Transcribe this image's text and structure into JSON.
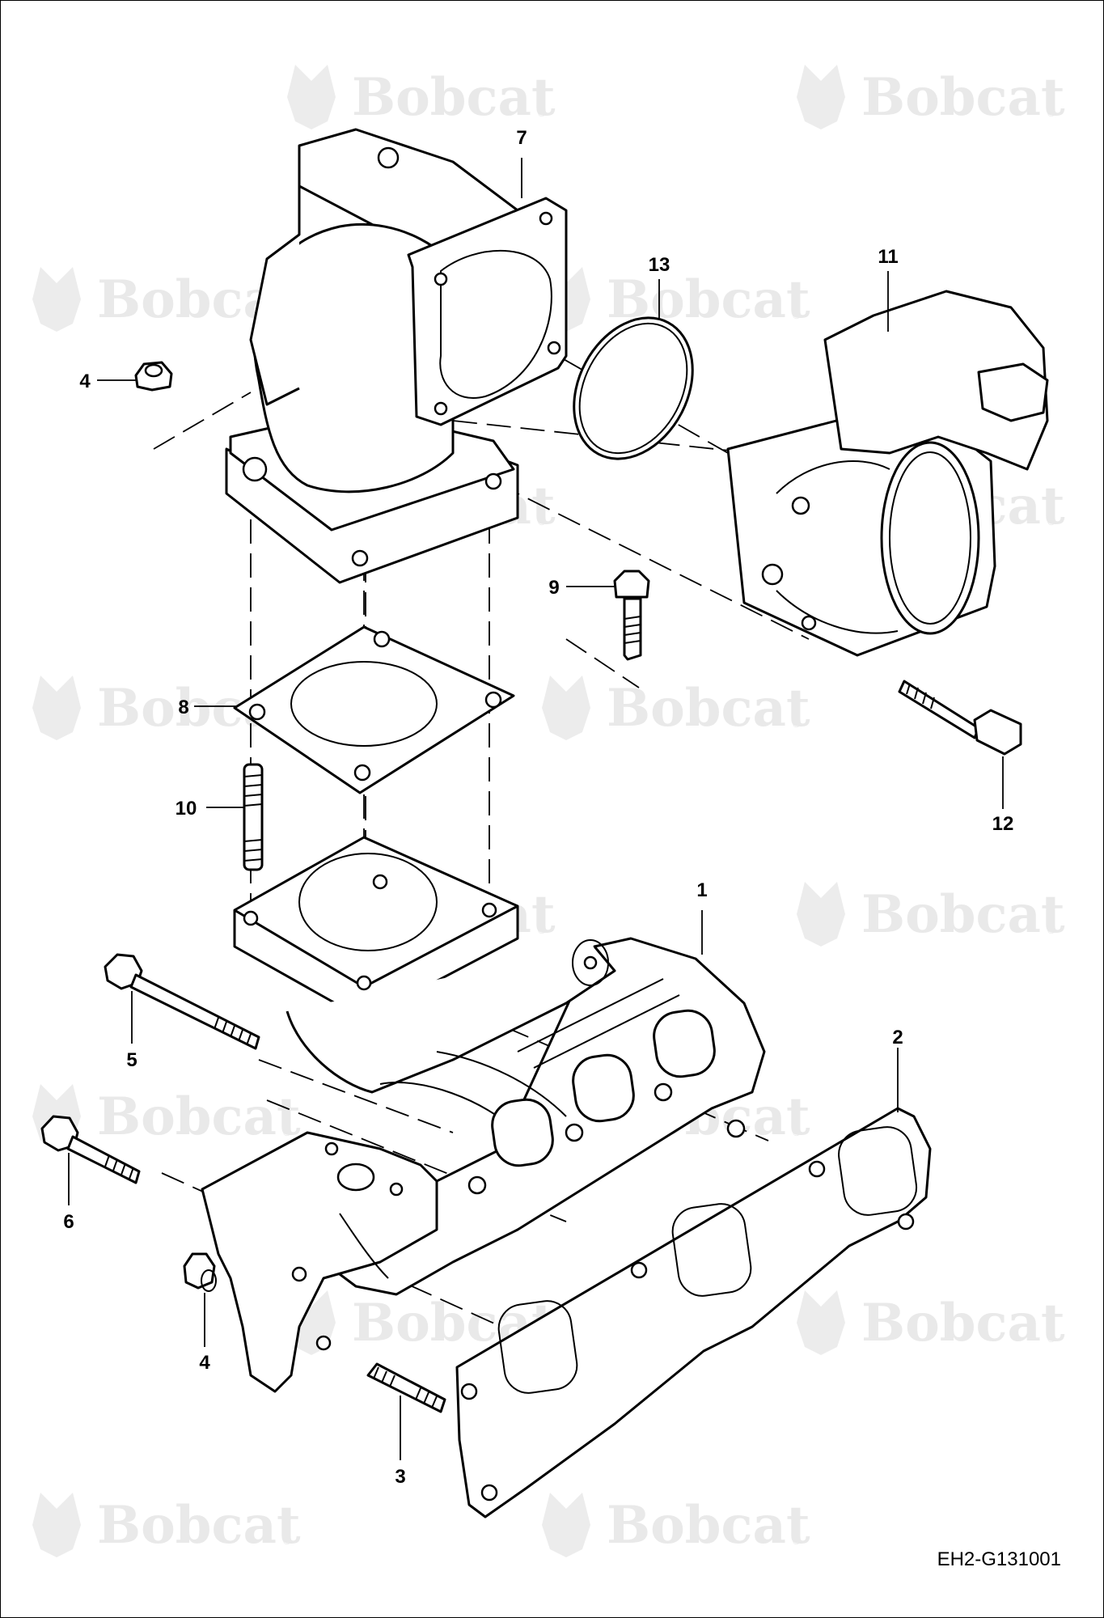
{
  "watermark": {
    "brand": "Bobcat",
    "reg_mark": "®"
  },
  "drawing_id": "EH2-G131001",
  "callouts": [
    {
      "id": "c1",
      "label": "1"
    },
    {
      "id": "c2",
      "label": "2"
    },
    {
      "id": "c3",
      "label": "3"
    },
    {
      "id": "c4a",
      "label": "4"
    },
    {
      "id": "c4b",
      "label": "4"
    },
    {
      "id": "c5",
      "label": "5"
    },
    {
      "id": "c6",
      "label": "6"
    },
    {
      "id": "c7",
      "label": "7"
    },
    {
      "id": "c8",
      "label": "8"
    },
    {
      "id": "c9",
      "label": "9"
    },
    {
      "id": "c10",
      "label": "10"
    },
    {
      "id": "c11",
      "label": "11"
    },
    {
      "id": "c12",
      "label": "12"
    },
    {
      "id": "c13",
      "label": "13"
    }
  ]
}
